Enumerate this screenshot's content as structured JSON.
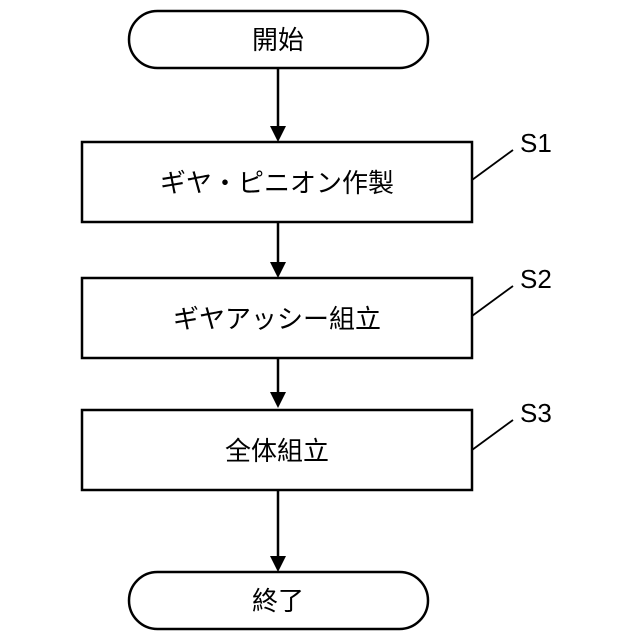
{
  "flowchart": {
    "start": {
      "label": "開始"
    },
    "steps": [
      {
        "id": "S1",
        "label": "ギヤ・ピニオン作製"
      },
      {
        "id": "S2",
        "label": "ギヤアッシー組立"
      },
      {
        "id": "S3",
        "label": "全体組立"
      }
    ],
    "end": {
      "label": "終了"
    }
  }
}
